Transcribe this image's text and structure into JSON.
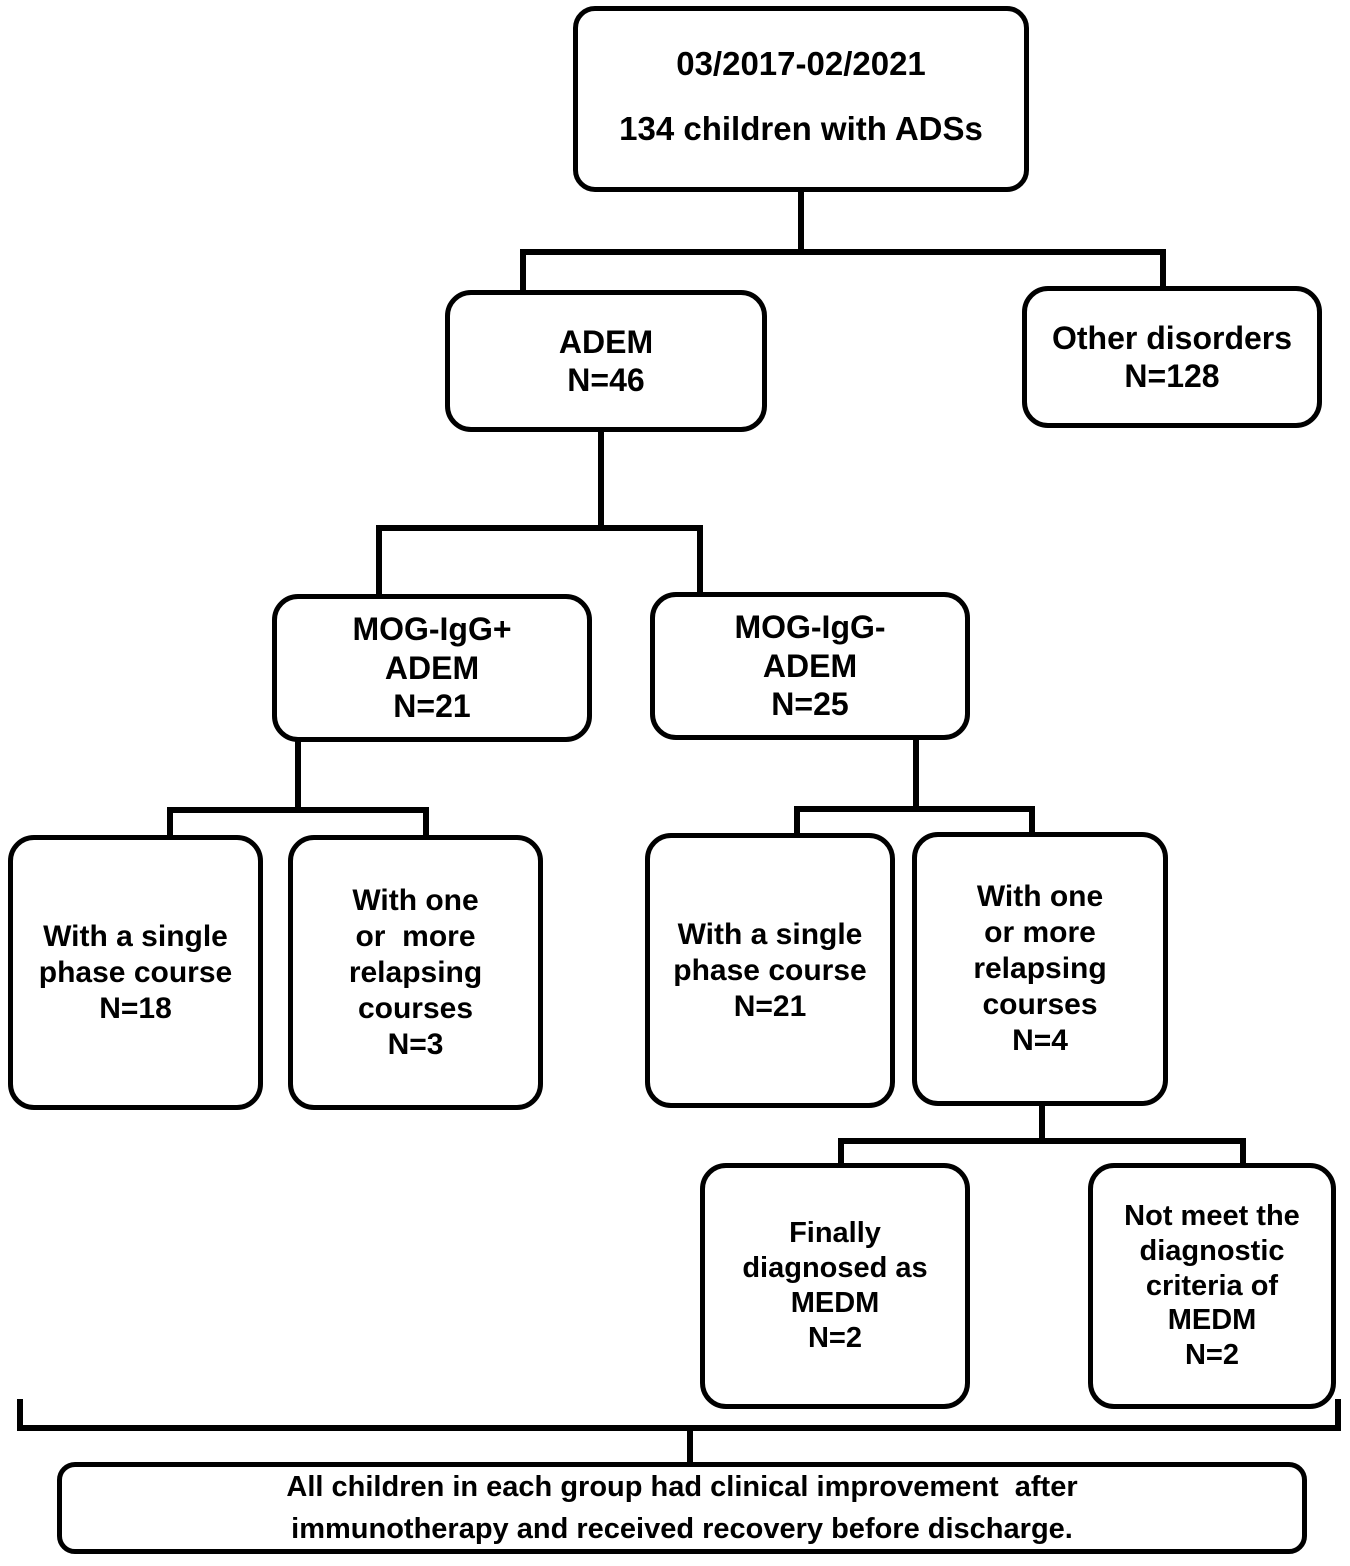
{
  "diagram": {
    "title": "Study flow diagram of children with ADSs",
    "line_color": "#000000",
    "box_fill": "#ffffff",
    "text_color": "#000000"
  },
  "nodes": {
    "root": {
      "line1": "03/2017-02/2021",
      "line2": "134 children with ADSs"
    },
    "adem": {
      "line1": "ADEM",
      "line2": "N=46"
    },
    "other_disorders": {
      "line1": "Other disorders",
      "line2": "N=128"
    },
    "mog_positive": {
      "line1": "MOG-IgG+",
      "line2": "ADEM",
      "line3": "N=21"
    },
    "mog_negative": {
      "line1": "MOG-IgG-",
      "line2": "ADEM",
      "line3": "N=25"
    },
    "pos_single_phase": {
      "line1": "With a single",
      "line2": "phase course",
      "line3": "N=18"
    },
    "pos_relapsing": {
      "line1": "With one",
      "line2": "or  more",
      "line3": "relapsing",
      "line4": "courses",
      "line5": "N=3"
    },
    "neg_single_phase": {
      "line1": "With a single",
      "line2": "phase course",
      "line3": "N=21"
    },
    "neg_relapsing": {
      "line1": "With one",
      "line2": "or more",
      "line3": "relapsing",
      "line4": "courses",
      "line5": "N=4"
    },
    "medm_yes": {
      "line1": "Finally",
      "line2": "diagnosed as",
      "line3": "MEDM",
      "line4": "N=2"
    },
    "medm_no": {
      "line1": "Not meet the",
      "line2": "diagnostic",
      "line3": "criteria of",
      "line4": "MEDM",
      "line5": "N=2"
    },
    "footer": {
      "line1": "All children in each group had clinical improvement  after",
      "line2": "immunotherapy and received recovery before discharge."
    }
  }
}
